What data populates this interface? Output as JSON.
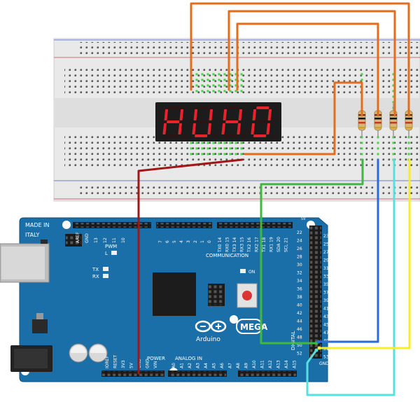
{
  "display": {
    "characters": [
      "H",
      "U",
      "H",
      "O"
    ],
    "segment_on_color": "#e8232b",
    "segment_off_color": "#2a1414",
    "body_color": "#1c1c1c"
  },
  "board": {
    "origin_line1": "MADE IN",
    "origin_line2": "ITALY",
    "brand": "Arduino",
    "model": "MEGA",
    "pwm_label": "PWM",
    "communication_label": "COMMUNICATION",
    "power_label": "POWER",
    "analog_label": "ANALOG IN",
    "digital_label": "DIGITAL",
    "tx_label": "TX",
    "rx_label": "RX",
    "l_label": "L",
    "on_label": "ON",
    "gnd_label": "GND",
    "top_left_header_labels": [
      "AREF",
      "GND",
      "13",
      "12",
      "11",
      "10"
    ],
    "pwm_header_labels": [
      "7",
      "6",
      "5",
      "4",
      "3",
      "2",
      "1",
      "0"
    ],
    "comm_header_labels": [
      "TX0 14",
      "RX0 15",
      "TX3 14",
      "RX3 15",
      "TX2 16",
      "RX2 17",
      "TX1 18",
      "RX1 19",
      "SDA 20",
      "SCL 21"
    ],
    "power_header_labels": [
      "IOREF",
      "RESET",
      "3V3",
      "5V",
      "GND",
      "GND",
      "VIN"
    ],
    "analog_header_labels": [
      "A0",
      "A1",
      "A2",
      "A3",
      "A4",
      "A5",
      "A6",
      "A7",
      "A8",
      "A9",
      "A10",
      "A11",
      "A12",
      "A13",
      "A14",
      "A15"
    ],
    "digital_left_labels": [
      "22",
      "24",
      "26",
      "28",
      "30",
      "32",
      "34",
      "36",
      "38",
      "40",
      "42",
      "44",
      "46",
      "48",
      "50",
      "52"
    ],
    "digital_right_labels": [
      "23",
      "25",
      "27",
      "29",
      "31",
      "33",
      "35",
      "37",
      "39",
      "41",
      "43",
      "45",
      "47",
      "49",
      "51",
      "53"
    ],
    "top_header_5v": "5V",
    "board_color": "#1b6fa8",
    "header_color": "#1a1a1a"
  },
  "wires": [
    {
      "id": "digit1",
      "color": "#e36d1b"
    },
    {
      "id": "digit2",
      "color": "#e36d1b"
    },
    {
      "id": "digit3",
      "color": "#e36d1b"
    },
    {
      "id": "digit4",
      "color": "#e36d1b"
    },
    {
      "id": "common",
      "color": "#e36d1b"
    },
    {
      "id": "ground",
      "color": "#a31616"
    },
    {
      "id": "green",
      "color": "#3fb83f"
    },
    {
      "id": "blue",
      "color": "#2c6bd9"
    },
    {
      "id": "cyan",
      "color": "#56e0e0"
    },
    {
      "id": "yellow",
      "color": "#f4ee2a"
    }
  ],
  "resistor_count": 4
}
